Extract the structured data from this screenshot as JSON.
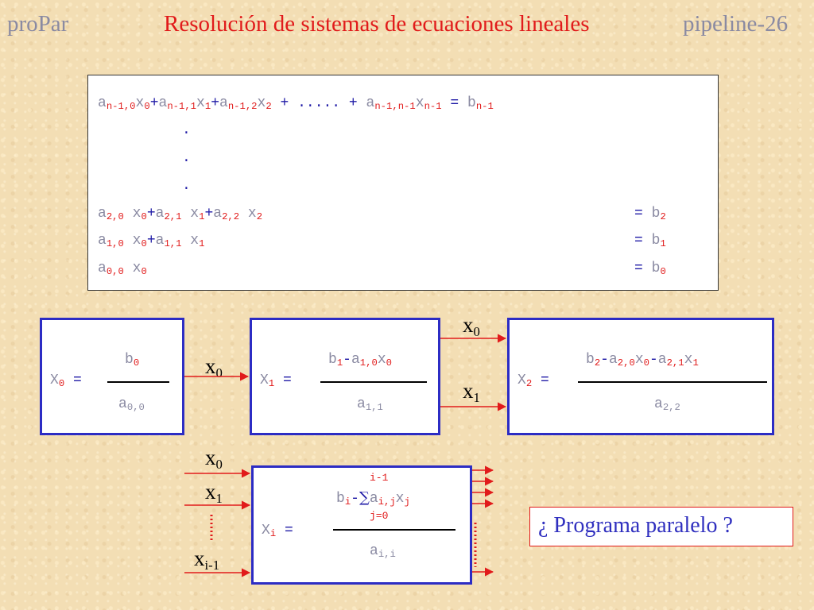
{
  "header": {
    "left": "proPar",
    "title": "Resolución de sistemas de ecuaciones lineales",
    "right": "pipeline-26"
  },
  "equations": {
    "line1": {
      "a0": "a",
      "a0s": "n-1,0",
      "x0": "x",
      "x0s": "0",
      "p1": "+",
      "a1": "a",
      "a1s": "n-1,1",
      "x1": "x",
      "x1s": "1",
      "p2": "+",
      "a2": "a",
      "a2s": "n-1,2",
      "x2": "x",
      "x2s": "2",
      "p3": "+ ..... +",
      "an": "a",
      "ans": "n-1,n-1",
      "xn": "x",
      "xns": "n-1",
      "eq": "=",
      "b": "b",
      "bs": "n-1"
    },
    "dot": ".",
    "line2": {
      "a0": "a",
      "a0s": "2,0",
      "x0": "x",
      "x0s": "0",
      "p1": "+",
      "a1": "a",
      "a1s": "2,1",
      "x1": "x",
      "x1s": "1",
      "p2": "+",
      "a2": "a",
      "a2s": "2,2",
      "x2": "x",
      "x2s": "2",
      "eq": "=",
      "b": "b",
      "bs": "2"
    },
    "line3": {
      "a0": "a",
      "a0s": "1,0",
      "x0": "x",
      "x0s": "0",
      "p1": "+",
      "a1": "a",
      "a1s": "1,1",
      "x1": "x",
      "x1s": "1",
      "eq": "=",
      "b": "b",
      "bs": "1"
    },
    "line4": {
      "a0": "a",
      "a0s": "0,0",
      "x0": "x",
      "x0s": "0",
      "eq": "=",
      "b": "b",
      "bs": "0"
    }
  },
  "box0": {
    "lhs": "X",
    "lhss": "0",
    "eq": "=",
    "num_b": "b",
    "num_bs": "0",
    "den": "a",
    "dens": "0,0"
  },
  "box1": {
    "lhs": "X",
    "lhss": "1",
    "eq": "=",
    "num_b": "b",
    "num_bs": "1",
    "minus": "-",
    "num_a": "a",
    "num_as": "1,0",
    "num_x": "x",
    "num_xs": "0",
    "den": "a",
    "dens": "1,1"
  },
  "box2": {
    "lhs": "X",
    "lhss": "2",
    "eq": "=",
    "num_b": "b",
    "num_bs": "2",
    "minus1": "-",
    "num_a1": "a",
    "num_a1s": "2,0",
    "num_x1": "x",
    "num_x1s": "0",
    "minus2": "-",
    "num_a2": "a",
    "num_a2s": "2,1",
    "num_x2": "x",
    "num_x2s": "1",
    "den": "a",
    "dens": "2,2"
  },
  "boxi": {
    "lhs": "X",
    "lhss": "i",
    "eq": "=",
    "upper": "i-1",
    "num_b": "b",
    "num_bs": "i",
    "minus": "-",
    "sigma": "∑",
    "num_a": "a",
    "num_as": "i,j",
    "num_x": "x",
    "num_xs": "j",
    "lower": "j=0",
    "den": "a",
    "dens": "i,i"
  },
  "labels": {
    "x": "x",
    "s0": "0",
    "s1": "1",
    "si1": "i-1"
  },
  "question": "¿ Programa paralelo ?",
  "colors": {
    "header": "#1f1aa6",
    "accent": "#e11b1b",
    "frame": "#2c2cc4",
    "matrix_text": "#8a8aa2"
  }
}
